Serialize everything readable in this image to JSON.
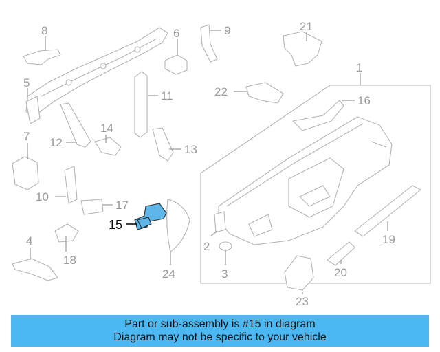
{
  "diagram": {
    "highlight_color": "#5fb6e8",
    "callouts": [
      {
        "id": "c1",
        "label": "1"
      },
      {
        "id": "c2",
        "label": "2"
      },
      {
        "id": "c3",
        "label": "3"
      },
      {
        "id": "c4",
        "label": "4"
      },
      {
        "id": "c5",
        "label": "5"
      },
      {
        "id": "c6",
        "label": "6"
      },
      {
        "id": "c7",
        "label": "7"
      },
      {
        "id": "c8",
        "label": "8"
      },
      {
        "id": "c9",
        "label": "9"
      },
      {
        "id": "c10",
        "label": "10"
      },
      {
        "id": "c11",
        "label": "11"
      },
      {
        "id": "c12",
        "label": "12"
      },
      {
        "id": "c13",
        "label": "13"
      },
      {
        "id": "c14",
        "label": "14"
      },
      {
        "id": "c15",
        "label": "15"
      },
      {
        "id": "c16",
        "label": "16"
      },
      {
        "id": "c17",
        "label": "17"
      },
      {
        "id": "c18",
        "label": "18"
      },
      {
        "id": "c19",
        "label": "19"
      },
      {
        "id": "c20",
        "label": "20"
      },
      {
        "id": "c21",
        "label": "21"
      },
      {
        "id": "c22",
        "label": "22"
      },
      {
        "id": "c23",
        "label": "23"
      },
      {
        "id": "c24",
        "label": "24"
      }
    ],
    "highlighted_part": "15"
  },
  "banner": {
    "background": "#4cb8f3",
    "line1": "Part or sub-assembly is #15 in diagram",
    "line2": "Diagram may not be specific to your vehicle"
  }
}
